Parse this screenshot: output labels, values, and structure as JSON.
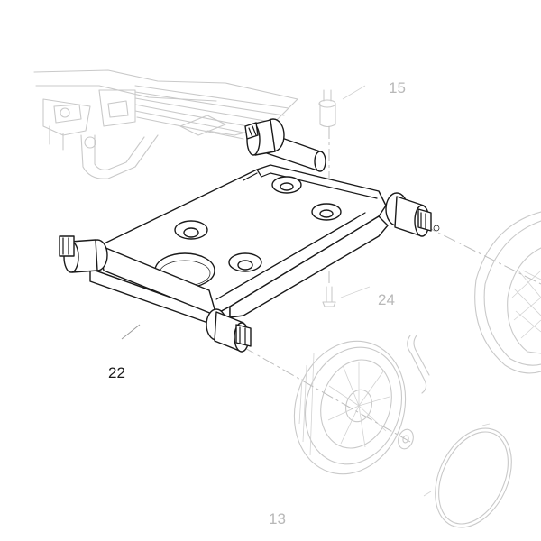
{
  "callouts": {
    "c22": "22",
    "c15": "15",
    "c24": "24",
    "c13": "13"
  },
  "colors": {
    "highlight_part": "#1a1a1a",
    "context_parts": "#c9c9c9",
    "background": "#ffffff"
  }
}
